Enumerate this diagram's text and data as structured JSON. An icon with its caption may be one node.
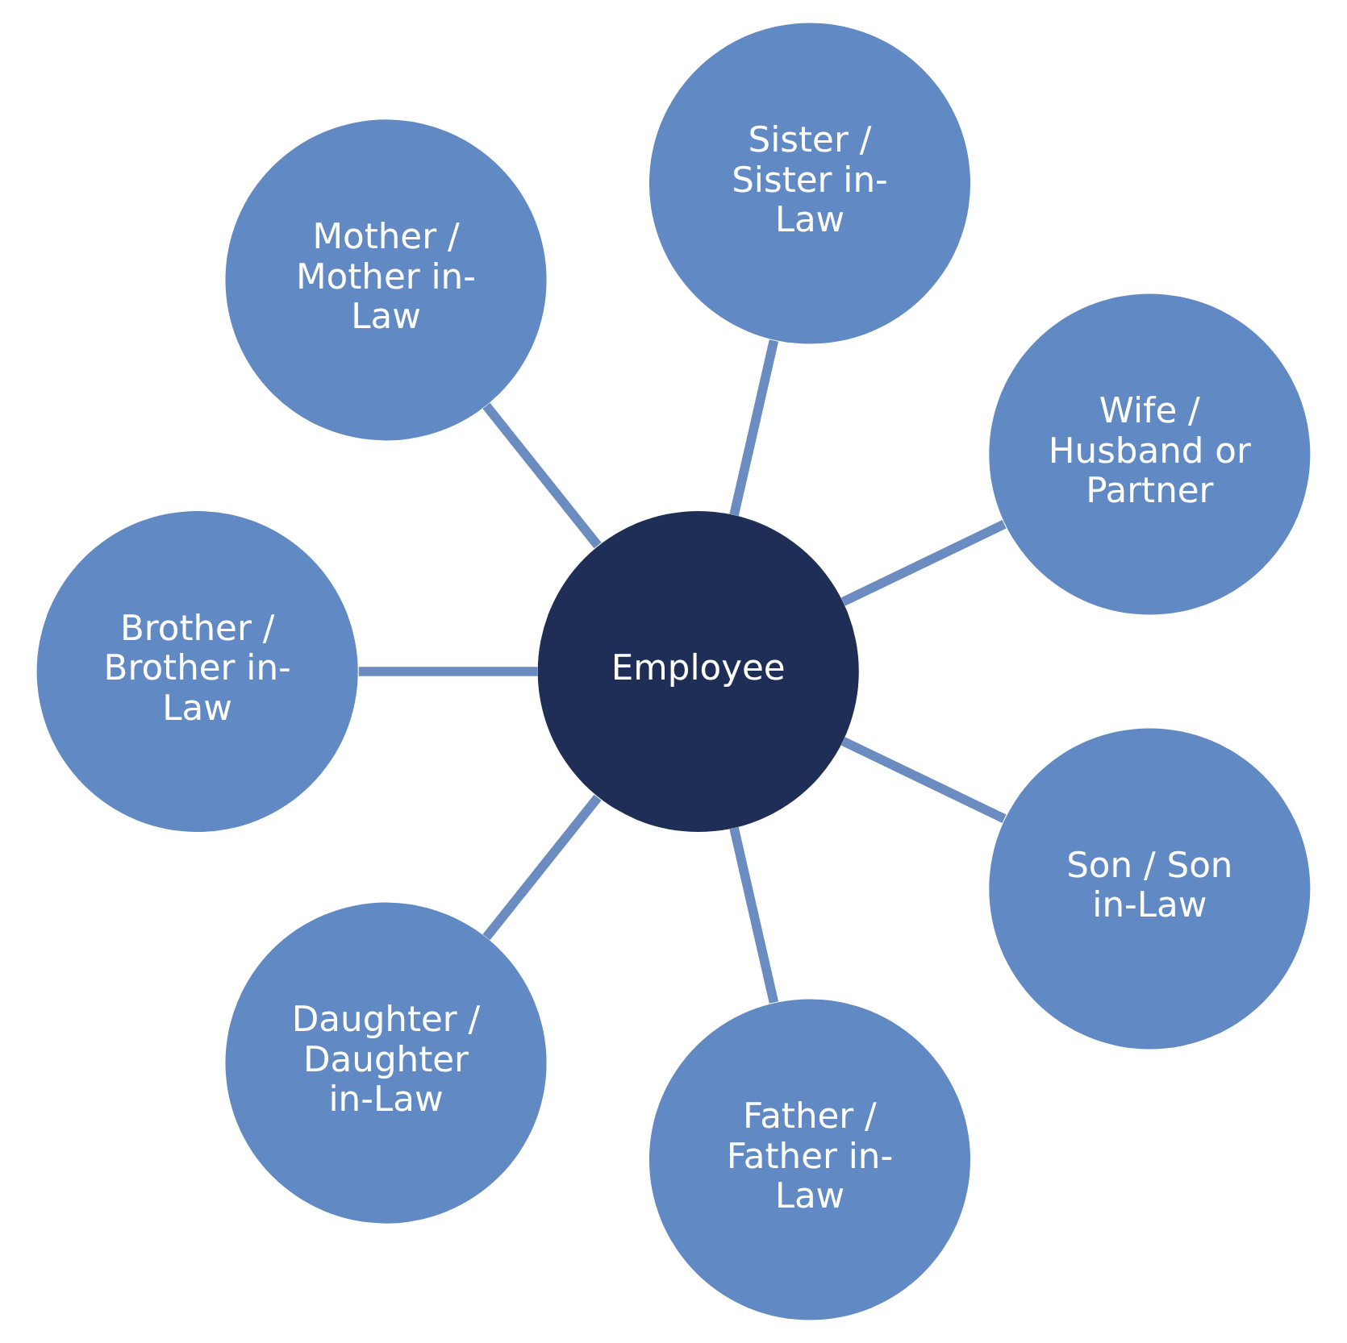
{
  "diagram": {
    "nodes": [
      {
        "text": [
          "Wife / Husband or Partner"
        ]
      },
      {
        "text": [
          "Sister / Sister in-Law"
        ]
      },
      {
        "text": [
          "Mother / Mother in-Law"
        ]
      },
      {
        "text": [
          "Employee"
        ]
      },
      {
        "text": [
          "Brother / Brother in-Law"
        ]
      },
      {
        "text": [
          "Daughter / Daughter in-Law"
        ]
      },
      {
        "text": [
          "Father / Father in-Law"
        ]
      },
      {
        "text": [
          "Son / Son in-Law"
        ]
      }
    ],
    "edges": [
      {
        "from": 3,
        "to": 0,
        "arrow": "none"
      },
      {
        "from": 3,
        "to": 2,
        "arrow": "none"
      },
      {
        "from": 3,
        "to": 5,
        "arrow": "none"
      },
      {
        "from": 3,
        "to": 7,
        "arrow": "none"
      },
      {
        "from": 3,
        "to": 6,
        "arrow": "none"
      },
      {
        "from": 3,
        "to": 4,
        "arrow": "none"
      },
      {
        "from": 3,
        "to": 1,
        "arrow": "none"
      }
    ]
  }
}
